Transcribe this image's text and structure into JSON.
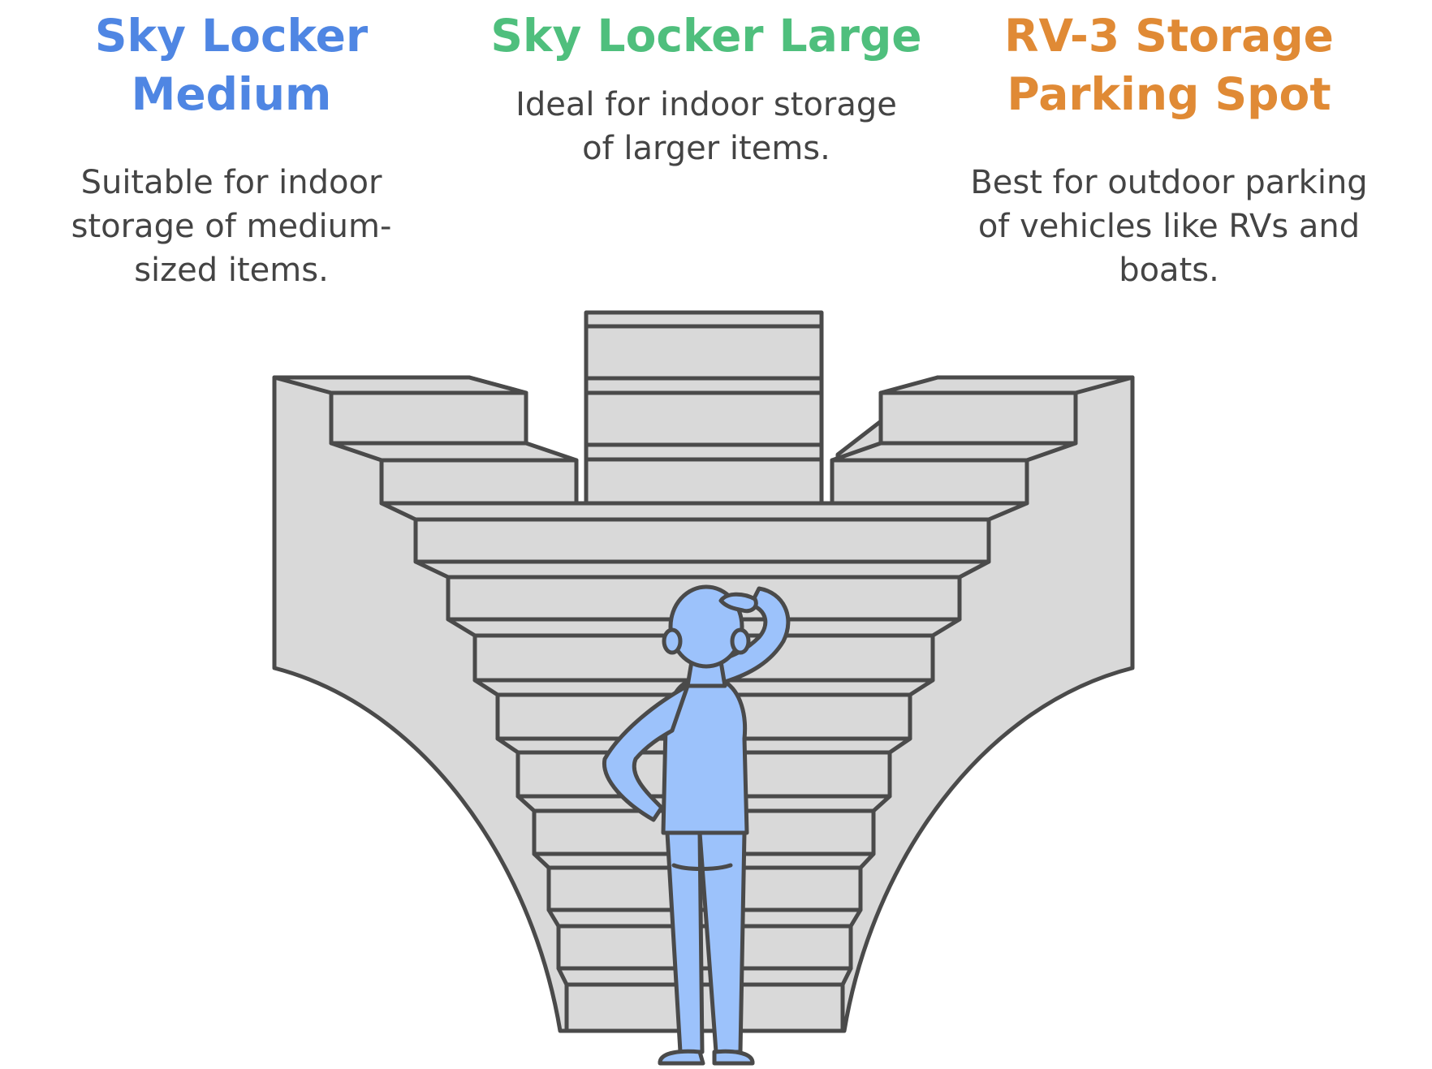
{
  "colors": {
    "medium": "#4f86e3",
    "large": "#4fbf7d",
    "rv": "#e08a35",
    "text": "#444444",
    "stone_fill": "#d9d9d9",
    "stone_stroke": "#4a4a4a",
    "person_fill": "#9cc2fb"
  },
  "options": {
    "medium": {
      "title": "Sky Locker\nMedium",
      "description": "Suitable for indoor\nstorage of medium-\nsized items."
    },
    "large": {
      "title": "Sky Locker Large",
      "description": "Ideal for indoor storage\nof larger items."
    },
    "rv": {
      "title": "RV-3 Storage\nParking Spot",
      "description": "Best for outdoor parking\nof vehicles like RVs and\nboats."
    }
  },
  "illustration": {
    "subject": "person standing before three branching staircases",
    "icons": [
      "staircase-icon",
      "person-icon"
    ]
  }
}
